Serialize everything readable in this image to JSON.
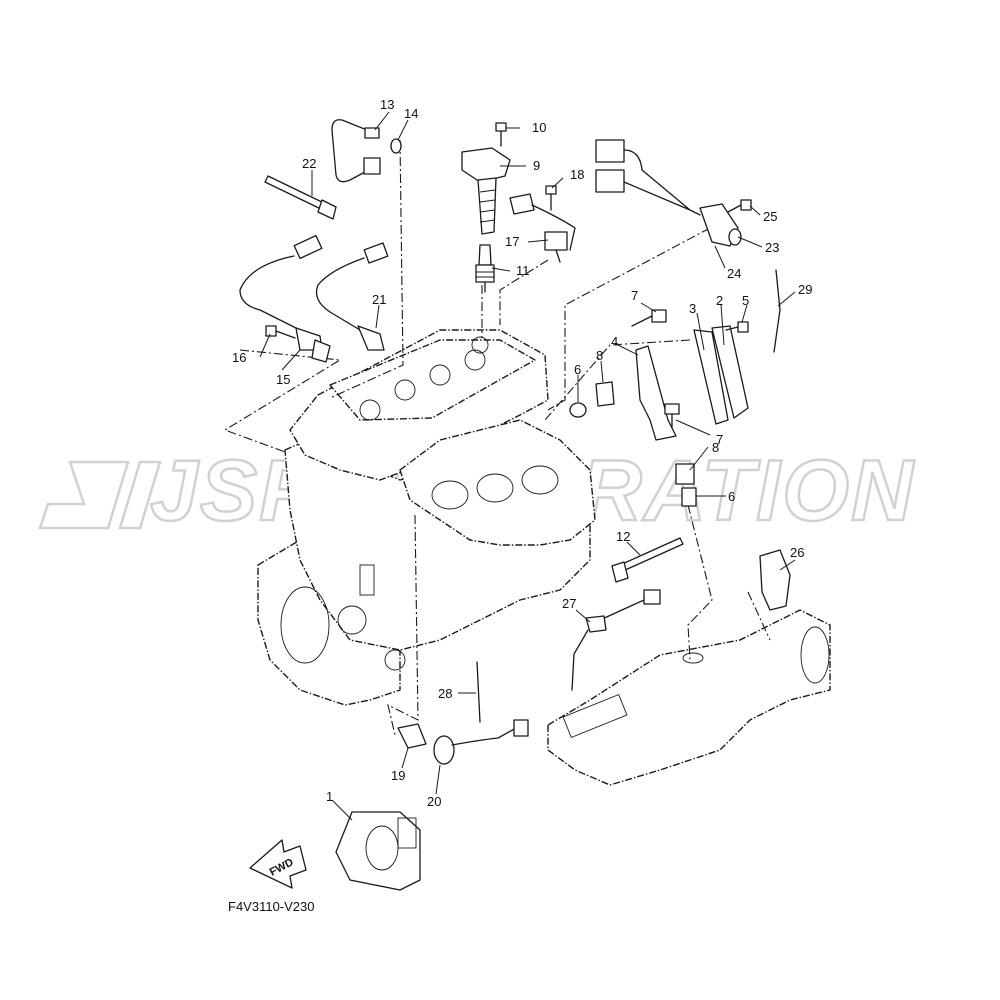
{
  "diagram": {
    "code": "F4V3110-V230",
    "forward_label": "FWD",
    "watermark": "JSPORPORATION",
    "callouts": [
      {
        "id": "c1",
        "text": "1"
      },
      {
        "id": "c2",
        "text": "2"
      },
      {
        "id": "c3",
        "text": "3"
      },
      {
        "id": "c4",
        "text": "4"
      },
      {
        "id": "c5",
        "text": "5"
      },
      {
        "id": "c6a",
        "text": "6"
      },
      {
        "id": "c6b",
        "text": "6"
      },
      {
        "id": "c7a",
        "text": "7"
      },
      {
        "id": "c7b",
        "text": "7"
      },
      {
        "id": "c8a",
        "text": "8"
      },
      {
        "id": "c8b",
        "text": "8"
      },
      {
        "id": "c9",
        "text": "9"
      },
      {
        "id": "c10",
        "text": "10"
      },
      {
        "id": "c11",
        "text": "11"
      },
      {
        "id": "c12",
        "text": "12"
      },
      {
        "id": "c13",
        "text": "13"
      },
      {
        "id": "c14",
        "text": "14"
      },
      {
        "id": "c15",
        "text": "15"
      },
      {
        "id": "c16",
        "text": "16"
      },
      {
        "id": "c17",
        "text": "17"
      },
      {
        "id": "c18",
        "text": "18"
      },
      {
        "id": "c19",
        "text": "19"
      },
      {
        "id": "c20",
        "text": "20"
      },
      {
        "id": "c21",
        "text": "21"
      },
      {
        "id": "c22",
        "text": "22"
      },
      {
        "id": "c23",
        "text": "23"
      },
      {
        "id": "c24",
        "text": "24"
      },
      {
        "id": "c25",
        "text": "25"
      },
      {
        "id": "c26",
        "text": "26"
      },
      {
        "id": "c27",
        "text": "27"
      },
      {
        "id": "c28",
        "text": "28"
      },
      {
        "id": "c29",
        "text": "29"
      }
    ]
  }
}
